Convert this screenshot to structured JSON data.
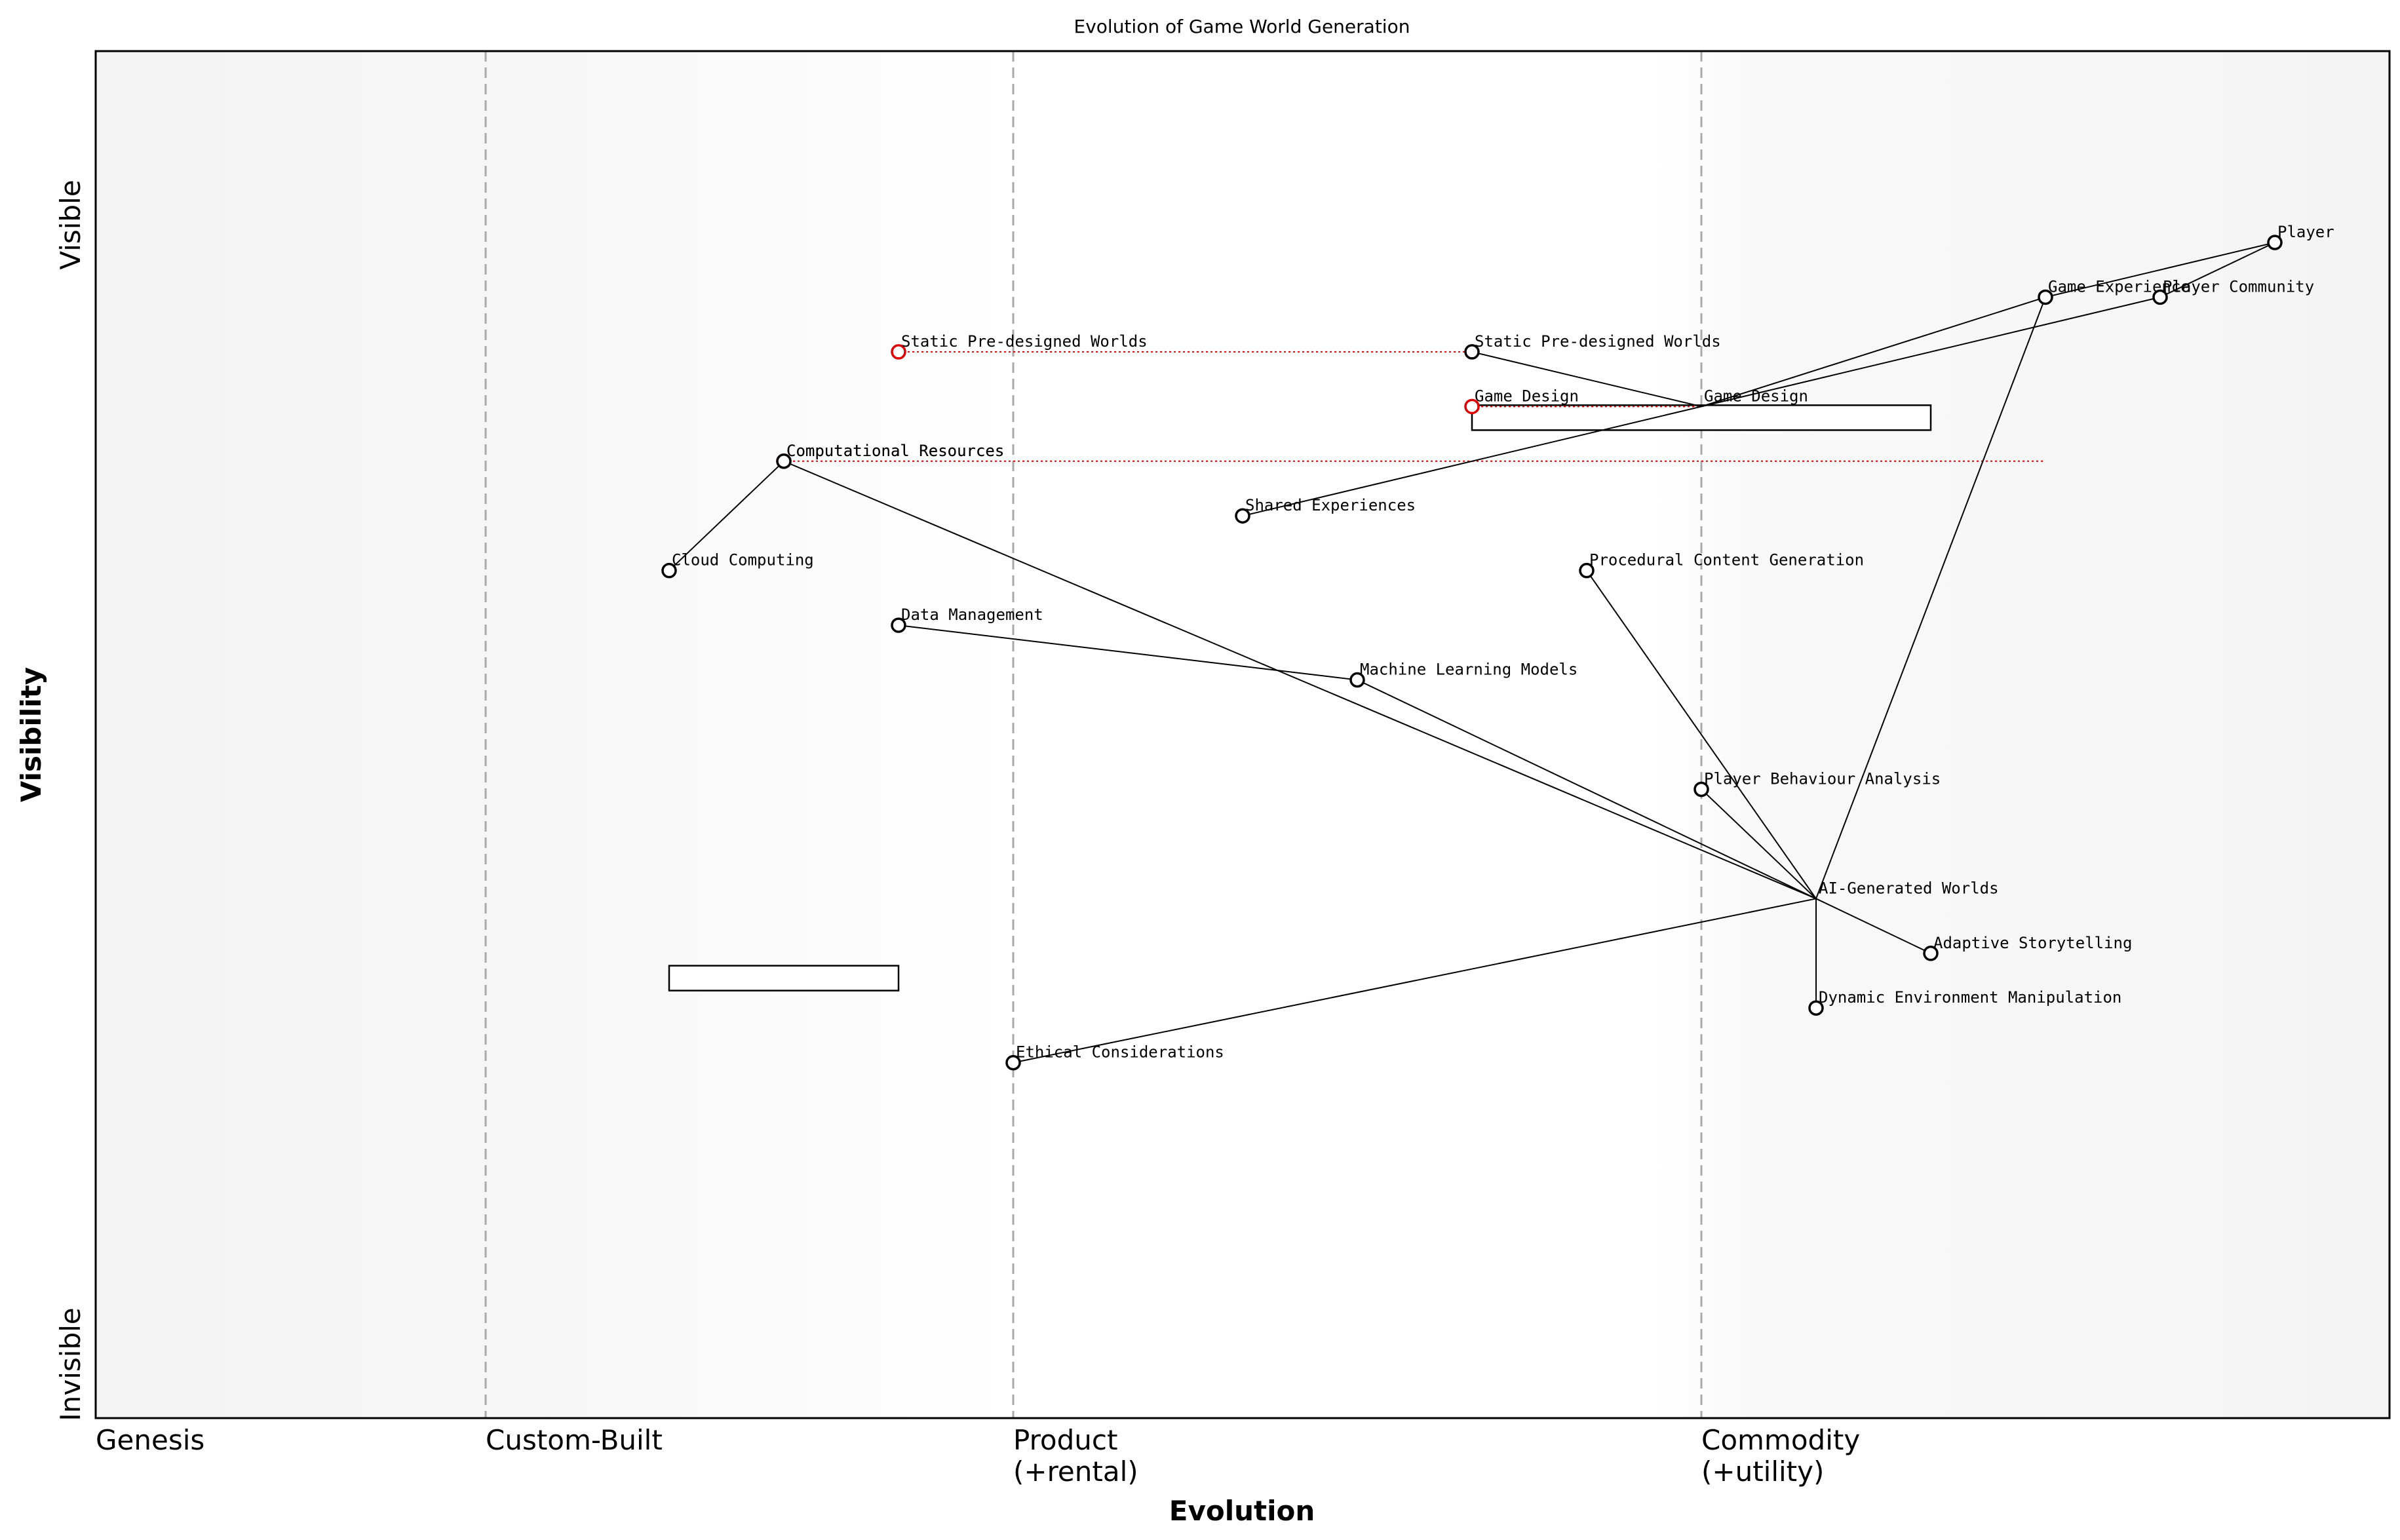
{
  "title": "Evolution of Game World Generation",
  "x_axis_title": "Evolution",
  "y_axis_title": "Visibility",
  "y_top_label": "Visible",
  "y_bottom_label": "Invisible",
  "stages": [
    {
      "line1": "Genesis",
      "line2": ""
    },
    {
      "line1": "Custom-Built",
      "line2": ""
    },
    {
      "line1": "Product",
      "line2": "(+rental)"
    },
    {
      "line1": "Commodity",
      "line2": "(+utility)"
    }
  ],
  "stage_boundaries": [
    0.17,
    0.4,
    0.7
  ],
  "colors": {
    "node": "#000000",
    "movement": "#dd0000",
    "stage_line": "#aaaaaa",
    "frame": "#000000"
  },
  "chart_data": {
    "type": "wardley-map",
    "x_range": [
      0,
      1
    ],
    "y_range": [
      0,
      1
    ],
    "components": [
      {
        "id": "player",
        "label": "Player",
        "evolution": 0.95,
        "visibility": 0.86
      },
      {
        "id": "game_experience",
        "label": "Game Experience",
        "evolution": 0.85,
        "visibility": 0.82
      },
      {
        "id": "player_community",
        "label": "Player Community",
        "evolution": 0.9,
        "visibility": 0.82
      },
      {
        "id": "static_worlds",
        "label": "Static Pre-designed Worlds",
        "evolution": 0.6,
        "visibility": 0.78
      },
      {
        "id": "game_design",
        "label": "Game Design",
        "evolution": 0.7,
        "visibility": 0.74,
        "pipeline": true
      },
      {
        "id": "computational_resources",
        "label": "Computational Resources",
        "evolution": 0.3,
        "visibility": 0.7
      },
      {
        "id": "shared_experiences",
        "label": "Shared Experiences",
        "evolution": 0.5,
        "visibility": 0.66
      },
      {
        "id": "cloud_computing",
        "label": "Cloud Computing",
        "evolution": 0.25,
        "visibility": 0.62
      },
      {
        "id": "procedural_content",
        "label": "Procedural Content Generation",
        "evolution": 0.65,
        "visibility": 0.62
      },
      {
        "id": "data_management",
        "label": "Data Management",
        "evolution": 0.35,
        "visibility": 0.58
      },
      {
        "id": "ml_models",
        "label": "Machine Learning Models",
        "evolution": 0.55,
        "visibility": 0.54
      },
      {
        "id": "player_behaviour",
        "label": "Player Behaviour Analysis",
        "evolution": 0.7,
        "visibility": 0.46
      },
      {
        "id": "ai_worlds",
        "label": "AI-Generated Worlds",
        "evolution": 0.75,
        "visibility": 0.38,
        "pipeline": true
      },
      {
        "id": "adaptive_storytelling",
        "label": "Adaptive Storytelling",
        "evolution": 0.8,
        "visibility": 0.34
      },
      {
        "id": "dynamic_environment",
        "label": "Dynamic Environment Manipulation",
        "evolution": 0.75,
        "visibility": 0.3
      },
      {
        "id": "ethical_considerations",
        "label": "Ethical Considerations",
        "evolution": 0.4,
        "visibility": 0.26
      }
    ],
    "links": [
      [
        "player",
        "game_experience"
      ],
      [
        "player",
        "player_community"
      ],
      [
        "game_experience",
        "game_design"
      ],
      [
        "player_community",
        "game_design"
      ],
      [
        "game_design",
        "static_worlds"
      ],
      [
        "game_design",
        "shared_experiences"
      ],
      [
        "game_experience",
        "ai_worlds"
      ],
      [
        "computational_resources",
        "cloud_computing"
      ],
      [
        "computational_resources",
        "ai_worlds"
      ],
      [
        "data_management",
        "ml_models"
      ],
      [
        "ml_models",
        "ai_worlds"
      ],
      [
        "procedural_content",
        "ai_worlds"
      ],
      [
        "player_behaviour",
        "ai_worlds"
      ],
      [
        "ai_worlds",
        "adaptive_storytelling"
      ],
      [
        "ai_worlds",
        "dynamic_environment"
      ],
      [
        "ai_worlds",
        "ethical_considerations"
      ]
    ],
    "evolutions": [
      {
        "label": "Static Pre-designed Worlds",
        "from": 0.35,
        "to": 0.6,
        "visibility": 0.78
      },
      {
        "label": "Game Design",
        "from": 0.6,
        "to": 0.7,
        "visibility": 0.74
      },
      {
        "label": "Computational Resources",
        "from": 0.3,
        "to": 0.85,
        "visibility": 0.7
      }
    ],
    "pipelines": [
      {
        "from": 0.6,
        "to": 0.8,
        "visibility": 0.74
      },
      {
        "from": 0.25,
        "to": 0.35,
        "visibility": 0.33
      }
    ]
  }
}
